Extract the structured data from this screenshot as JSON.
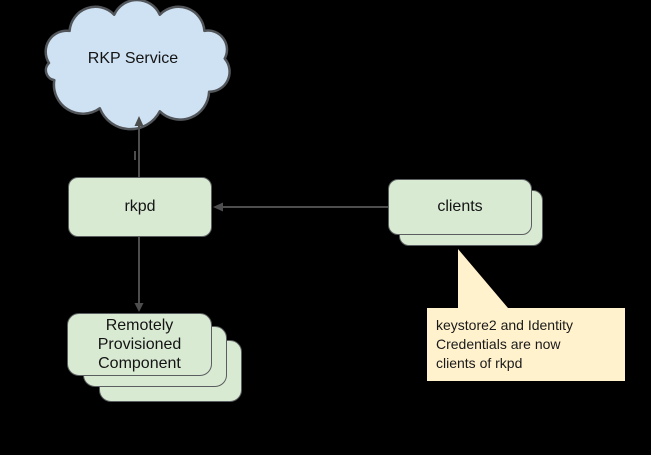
{
  "nodes": {
    "rkp_service": {
      "label": "RKP Service"
    },
    "rkpd": {
      "label": "rkpd"
    },
    "clients": {
      "label": "clients"
    },
    "rpc": {
      "lines": [
        "Remotely",
        "Provisioned",
        "Component"
      ]
    }
  },
  "callout": {
    "lines": [
      "keystore2 and Identity",
      "Credentials are now",
      "clients of rkpd"
    ]
  },
  "colors": {
    "background": "#000000",
    "cloud_fill": "#cfe2f3",
    "cloud_stroke": "#52565a",
    "node_fill": "#d9ead3",
    "node_stroke": "#5b5e60",
    "callout_fill": "#fff2cc",
    "arrow": "#4d4d4d",
    "text": "#141414"
  }
}
